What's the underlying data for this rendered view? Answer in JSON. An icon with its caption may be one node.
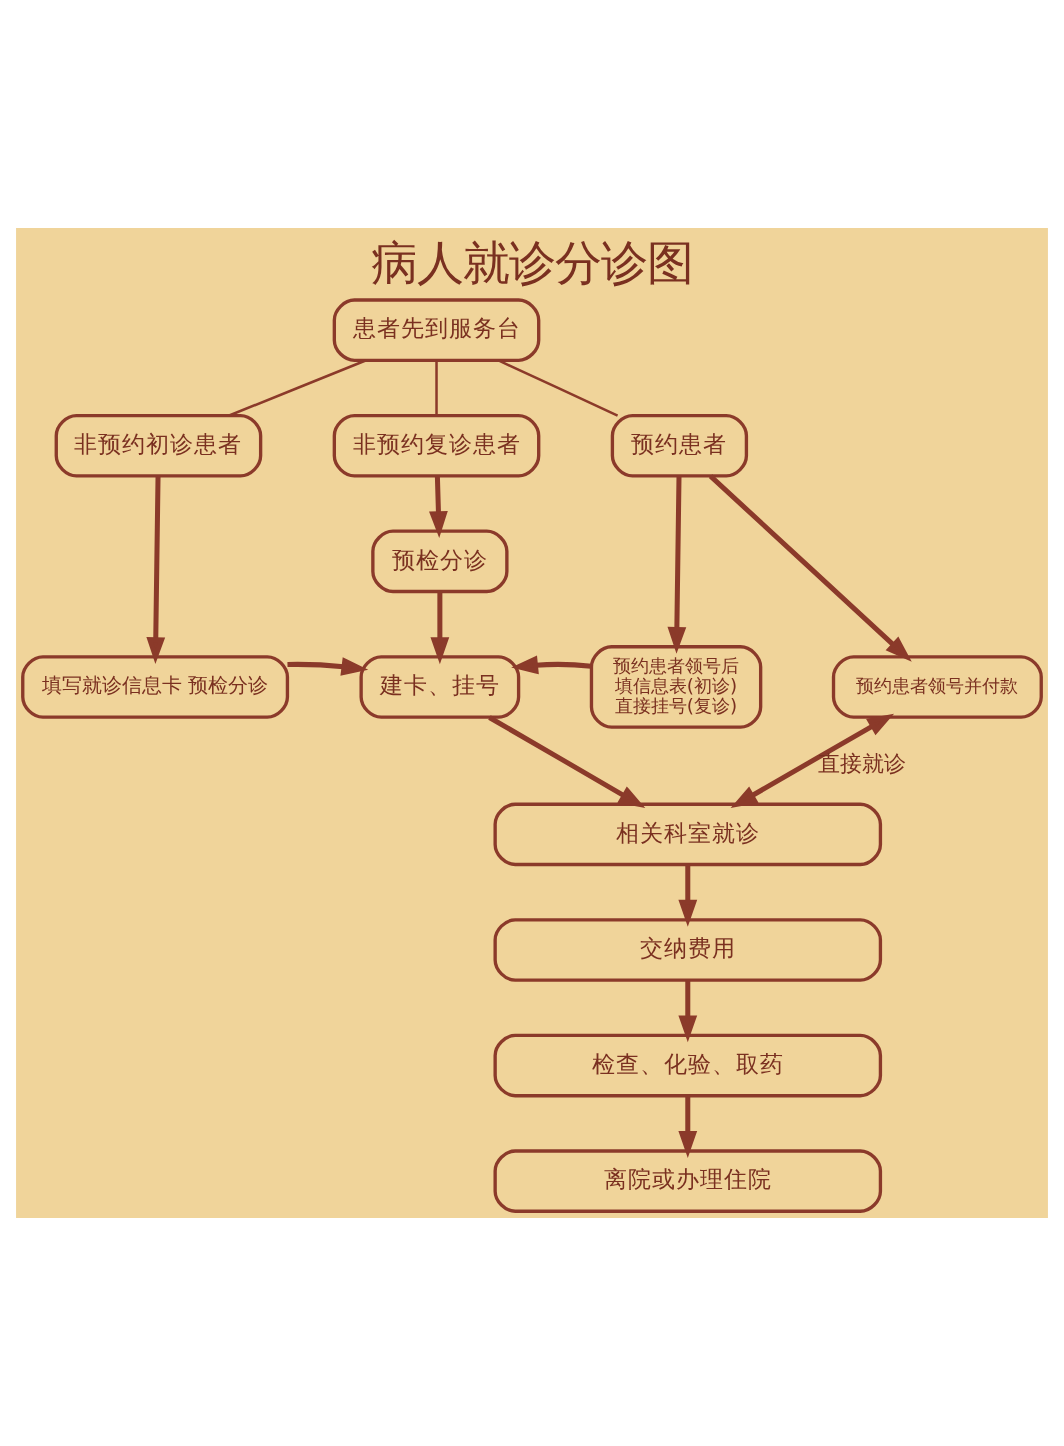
{
  "diagram": {
    "title": "病人就诊分诊图",
    "nodes": [
      {
        "text": [
          "患者先到服务台"
        ]
      },
      {
        "text": [
          "非预约初诊患者"
        ]
      },
      {
        "text": [
          "非预约复诊患者"
        ]
      },
      {
        "text": [
          "预约患者"
        ]
      },
      {
        "text": [
          "填写就诊信息卡 预检分诊"
        ]
      },
      {
        "text": [
          "预检分诊"
        ]
      },
      {
        "text": [
          "建卡、挂号"
        ]
      },
      {
        "text": [
          "预约患者领号后",
          "填信息表(初诊)",
          "直接挂号(复诊)"
        ]
      },
      {
        "text": [
          "预约患者领号并付款"
        ]
      },
      {
        "text": [
          "相关科室就诊"
        ]
      },
      {
        "text": [
          "交纳费用"
        ]
      },
      {
        "text": [
          "检查、化验、取药"
        ]
      },
      {
        "text": [
          "离院或办理住院"
        ]
      }
    ],
    "edges": [
      {
        "from": 0,
        "to": 1,
        "arrow": "none"
      },
      {
        "from": 0,
        "to": 2,
        "arrow": "none"
      },
      {
        "from": 0,
        "to": 3,
        "arrow": "none"
      },
      {
        "from": 1,
        "to": 4,
        "arrow": "to"
      },
      {
        "from": 4,
        "to": 6,
        "arrow": "to"
      },
      {
        "from": 2,
        "to": 5,
        "arrow": "to"
      },
      {
        "from": 5,
        "to": 6,
        "arrow": "to"
      },
      {
        "from": 3,
        "to": 7,
        "arrow": "to"
      },
      {
        "from": 3,
        "to": 8,
        "arrow": "to"
      },
      {
        "from": 7,
        "to": 6,
        "arrow": "to"
      },
      {
        "from": 6,
        "to": 9,
        "arrow": "to"
      },
      {
        "from": 8,
        "to": 9,
        "arrow": "both",
        "label": "直接就诊"
      },
      {
        "from": 9,
        "to": 10,
        "arrow": "to"
      },
      {
        "from": 10,
        "to": 11,
        "arrow": "to"
      },
      {
        "from": 11,
        "to": 12,
        "arrow": "to"
      }
    ]
  }
}
